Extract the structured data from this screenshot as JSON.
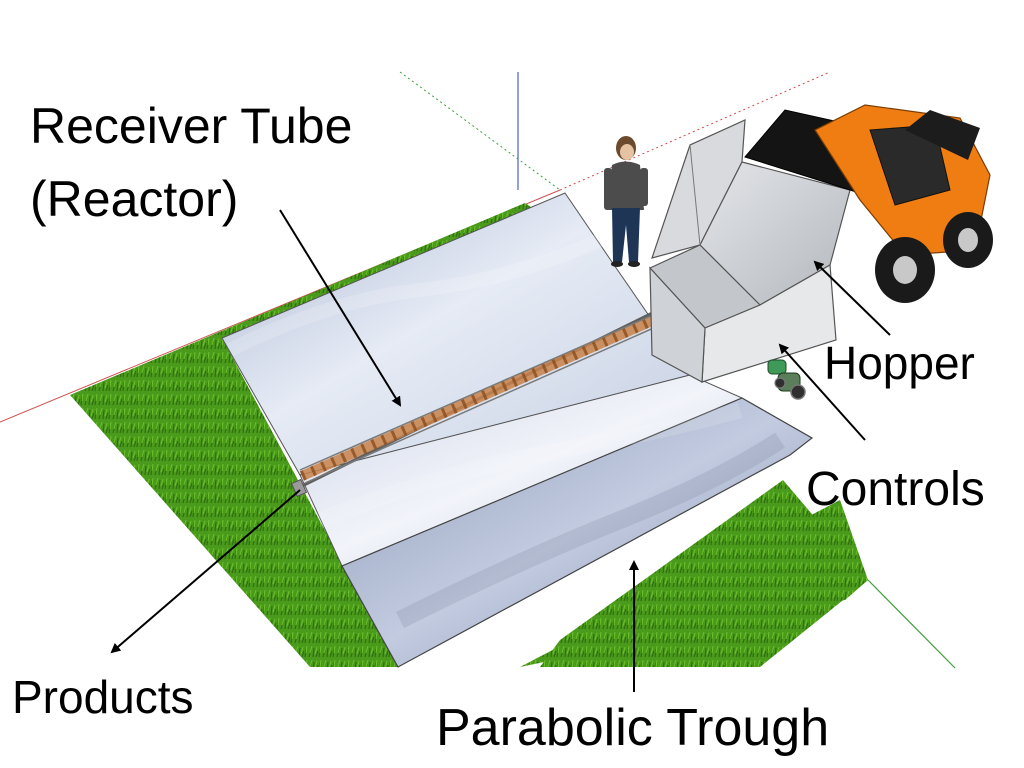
{
  "labels": {
    "receiver_tube_line1": "Receiver Tube",
    "receiver_tube_line2": "(Reactor)",
    "hopper": "Hopper",
    "controls": "Controls",
    "products": "Products",
    "parabolic_trough": "Parabolic Trough"
  },
  "colors": {
    "grass": "#4a9a1c",
    "grass_dark": "#2f6e10",
    "mirror": "#b7c4dc",
    "mirror_light": "#e6ebf5",
    "hopper_metal": "#c9ccd0",
    "loader_orange": "#f07d12",
    "receiver_tube": "#c9834a",
    "arrow": "#000000",
    "axis_red": "#d05050",
    "axis_green": "#3aa03a",
    "axis_blue": "#4a60c8"
  },
  "icons": {
    "person": "person-figure",
    "loader": "skid-steer-loader",
    "controls": "control-unit"
  }
}
